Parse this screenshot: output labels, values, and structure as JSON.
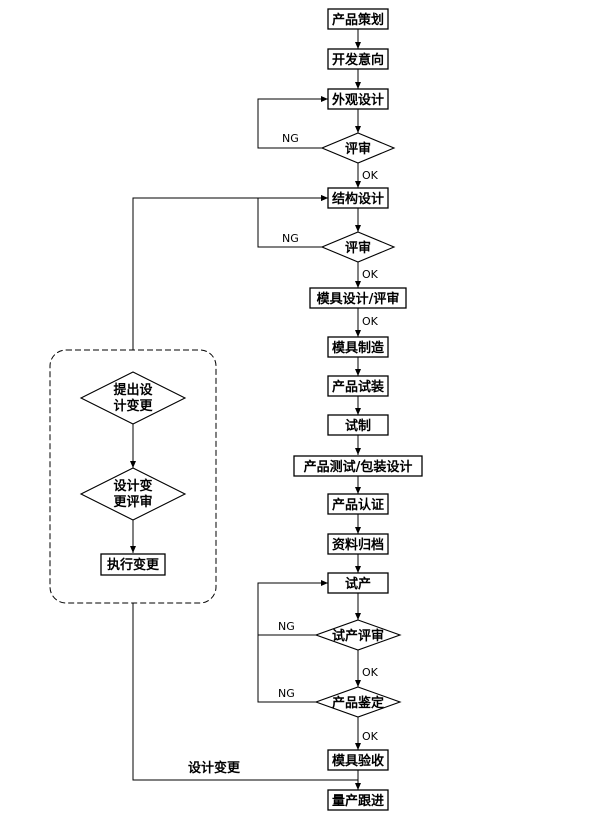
{
  "nodes": {
    "n_plan": "产品策划",
    "n_intent": "开发意向",
    "n_appearance": "外观设计",
    "d_review1": "评审",
    "n_structure": "结构设计",
    "d_review2": "评审",
    "n_mold_design": "模具设计/评审",
    "n_mold_make": "模具制造",
    "n_trial_assembly": "产品试装",
    "n_trial_make": "试制",
    "n_test_pack": "产品测试/包装设计",
    "n_certify": "产品认证",
    "n_archive": "资料归档",
    "n_trial_production": "试产",
    "d_trial_review": "试产评审",
    "d_appraisal": "产品鉴定",
    "n_mold_accept": "模具验收",
    "n_mass_follow": "量产跟进",
    "side_propose_l1": "提出设",
    "side_propose_l2": "计变更",
    "side_review_l1": "设计变",
    "side_review_l2": "更评审",
    "side_execute": "执行变更"
  },
  "labels": {
    "ng1": "NG",
    "ok1": "OK",
    "ng2": "NG",
    "ok2": "OK",
    "ok3": "OK",
    "ng3": "NG",
    "ok4": "OK",
    "ng4": "NG",
    "ok5": "OK",
    "design_change": "设计变更"
  }
}
